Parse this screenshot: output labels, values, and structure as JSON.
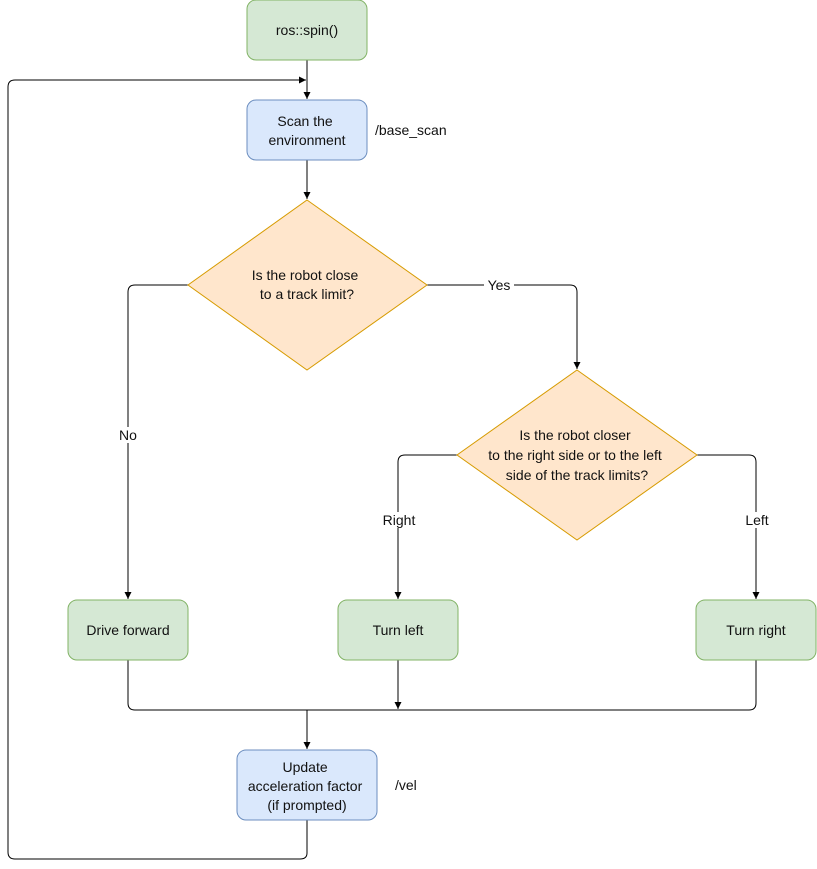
{
  "diagram": {
    "nodes": {
      "spin": {
        "label": "ros::spin()"
      },
      "scan": {
        "lines": [
          "Scan the",
          "environment"
        ],
        "topic": "/base_scan"
      },
      "q1": {
        "lines": [
          "Is the robot close",
          "to a track limit?"
        ]
      },
      "q2": {
        "lines": [
          "Is the robot closer",
          "to the right side or to the left",
          "side of the track limits?"
        ]
      },
      "drive": {
        "label": "Drive forward"
      },
      "turn_left": {
        "label": "Turn left"
      },
      "turn_right": {
        "label": "Turn right"
      },
      "update": {
        "lines": [
          "Update",
          "acceleration factor",
          "(if prompted)"
        ],
        "topic": "/vel"
      }
    },
    "edge_labels": {
      "yes": "Yes",
      "no": "No",
      "right": "Right",
      "left": "Left"
    },
    "colors": {
      "green_fill": "#d5e8d4",
      "green_stroke": "#82b366",
      "blue_fill": "#dae8fc",
      "blue_stroke": "#6c8ebf",
      "orange_fill": "#ffe6cc",
      "orange_stroke": "#d79b00",
      "edge": "#000000"
    }
  }
}
